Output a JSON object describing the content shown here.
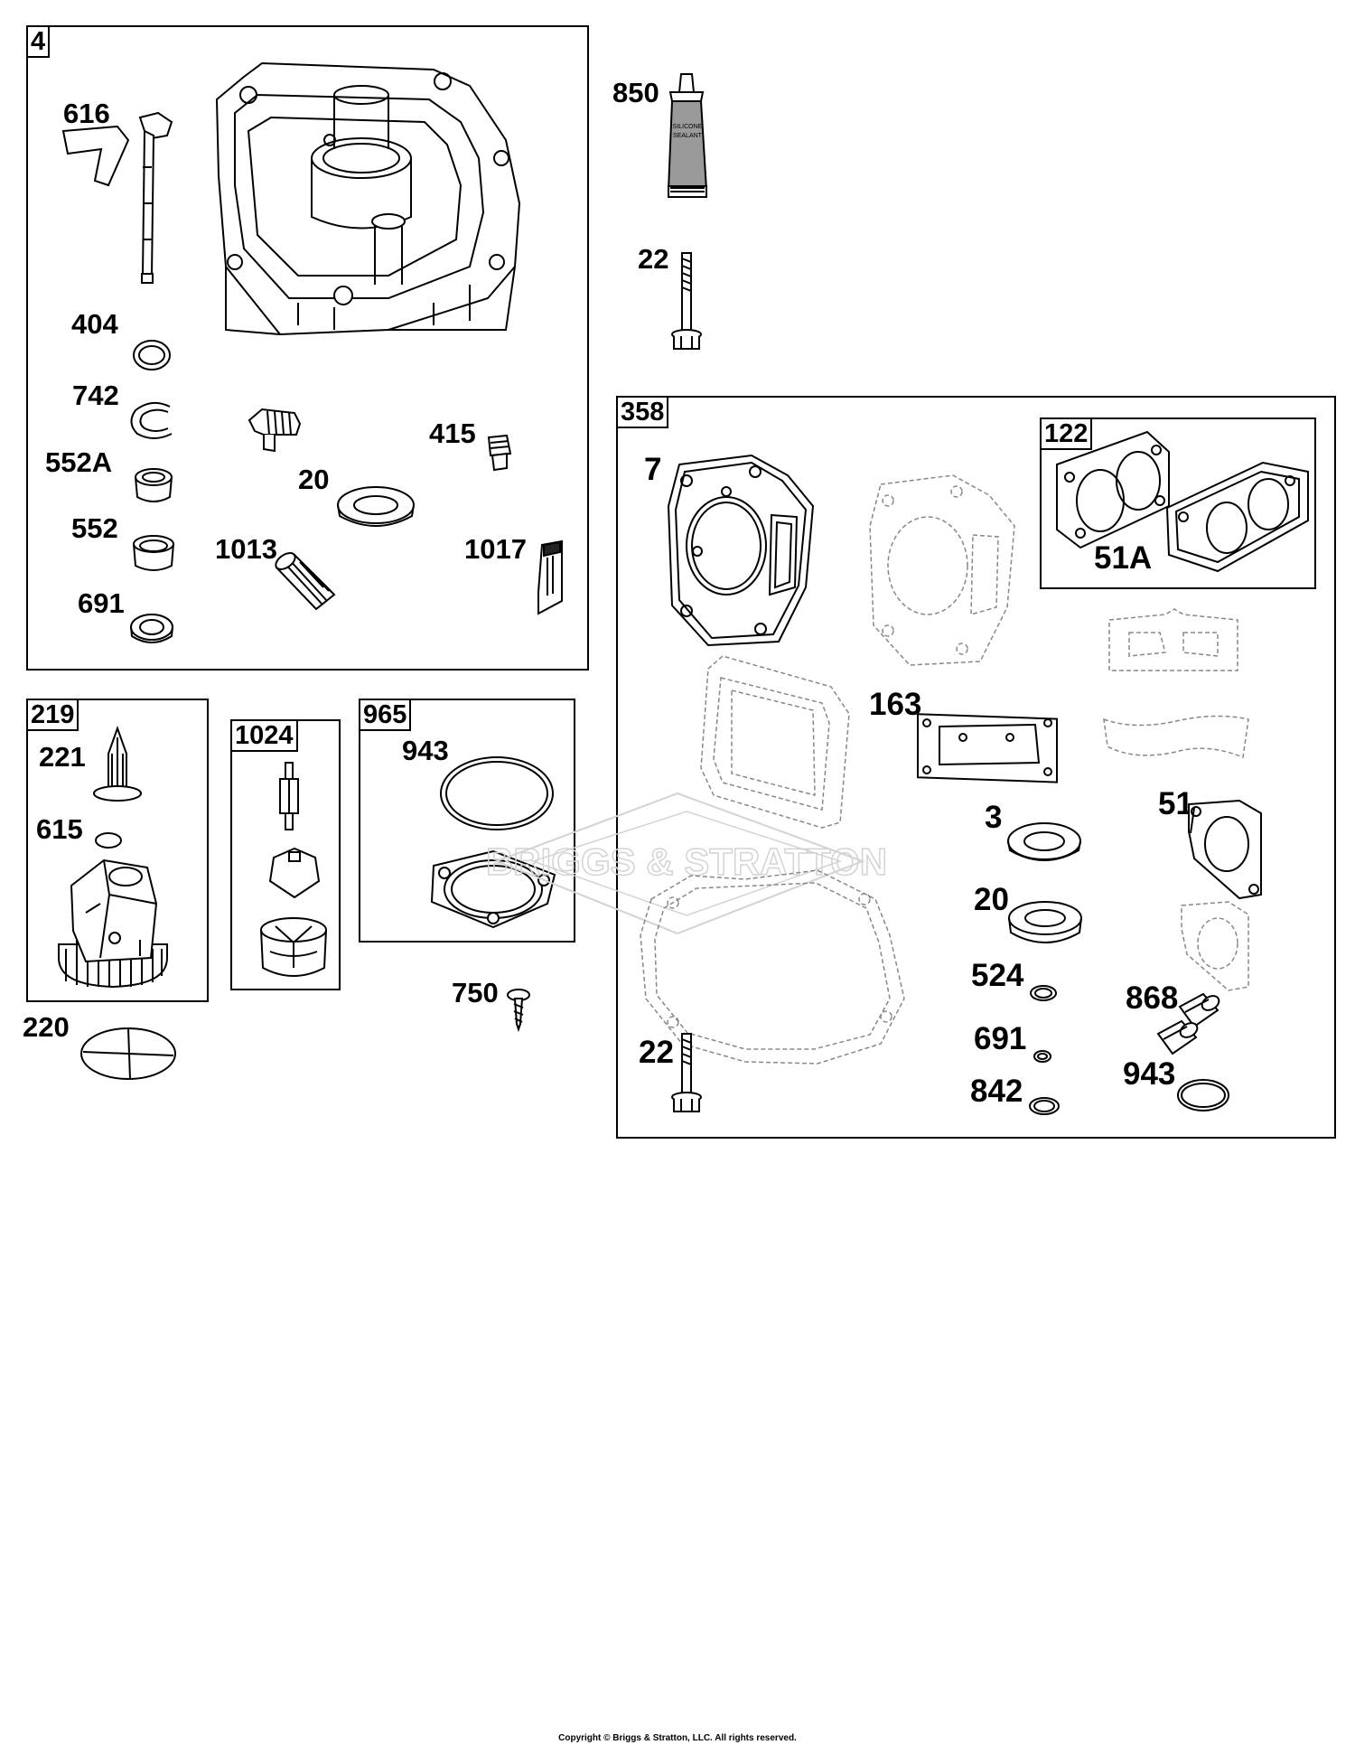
{
  "groups": [
    {
      "id": "crankcase-cover",
      "tag": "4",
      "parts": [
        "616",
        "404",
        "742",
        "552A",
        "552",
        "691",
        "415",
        "20",
        "1013",
        "1017"
      ]
    },
    {
      "id": "governor",
      "tag": "219",
      "parts": [
        "221",
        "615"
      ]
    },
    {
      "id": "oil-pump",
      "tag": "1024",
      "parts": []
    },
    {
      "id": "filter-kit",
      "tag": "965",
      "parts": [
        "943"
      ]
    },
    {
      "id": "gasket-set",
      "tag": "358",
      "parts": [
        "7",
        "163",
        "3",
        "20",
        "524",
        "691",
        "842",
        "22",
        "51",
        "868",
        "943"
      ]
    },
    {
      "id": "intake-gasket-kit",
      "tag": "122",
      "parts": [
        "51A"
      ]
    }
  ],
  "labels": {
    "p616": "616",
    "p404": "404",
    "p742": "742",
    "p552a": "552A",
    "p552": "552",
    "p691a": "691",
    "p415": "415",
    "p20a": "20",
    "p1013": "1013",
    "p1017": "1017",
    "p850": "850",
    "p22a": "22",
    "p221": "221",
    "p615": "615",
    "p220": "220",
    "p943a": "943",
    "p750": "750",
    "p7": "7",
    "p51a": "51A",
    "p163": "163",
    "p3": "3",
    "p20b": "20",
    "p51": "51",
    "p524": "524",
    "p868": "868",
    "p691b": "691",
    "p943b": "943",
    "p842": "842",
    "p22b": "22"
  },
  "tube_text": [
    "SILICONE",
    "SEALANT"
  ],
  "watermark": "BRIGGS & STRATTON",
  "copyright": "Copyright © Briggs & Stratton, LLC. All rights reserved."
}
